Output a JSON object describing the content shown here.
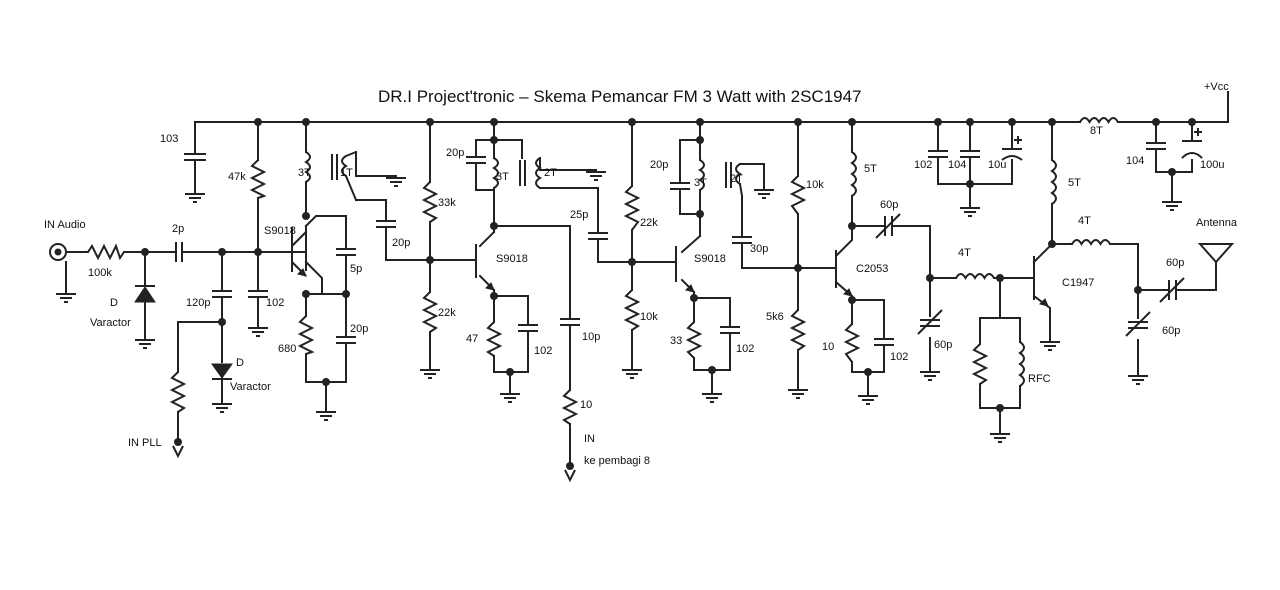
{
  "title": "DR.I Project'tronic – Skema Pemancar FM 3 Watt with 2SC1947",
  "labels": {
    "vcc": "+Vcc",
    "in_audio": "IN Audio",
    "r_100k": "100k",
    "c_2p": "2p",
    "d1_d": "D",
    "d1_varactor": "Varactor",
    "c_120p": "120p",
    "d2_d": "D",
    "d2_varactor": "Varactor",
    "in_pll": "IN PLL",
    "c_103": "103",
    "r_47k": "47k",
    "q1": "S9018",
    "c_102_a": "102",
    "r_680": "680",
    "c_5p": "5p",
    "c_20p_a": "20p",
    "t1_3t": "3T",
    "t1_1t": "1T",
    "c_20p_b": "20p",
    "r_33k": "33k",
    "r_22k_a": "22k",
    "c_20p_c": "20p",
    "t2_3t": "3T",
    "t2_2t": "2T",
    "q2": "S9018",
    "r_47": "47",
    "c_102_b": "102",
    "c_25p": "25p",
    "c_10p": "10p",
    "r_10": "10",
    "in_div": "IN",
    "ke_pembagi": "ke pembagi 8",
    "r_22k_b": "22k",
    "r_10k_a": "10k",
    "c_20p_d": "20p",
    "t3_3t": "3T",
    "t3_2t": "2T",
    "q3": "S9018",
    "c_30p": "30p",
    "r_33": "33",
    "c_102_c": "102",
    "r_10k_b": "10k",
    "r_5k6": "5k6",
    "l_5t_a": "5T",
    "c_60p_a": "60p",
    "q4": "C2053",
    "r_10_b": "10",
    "c_102_d": "102",
    "c_102_e": "102",
    "c_104_a": "104",
    "c_10u": "10u",
    "l_4t_a": "4T",
    "c_60p_b": "60p",
    "rfc": "RFC",
    "l_5t_b": "5T",
    "q5": "C1947",
    "l_4t_b": "4T",
    "l_8t": "8T",
    "c_104_b": "104",
    "c_100u": "100u",
    "antenna": "Antenna",
    "c_60p_c": "60p",
    "c_60p_d": "60p"
  }
}
